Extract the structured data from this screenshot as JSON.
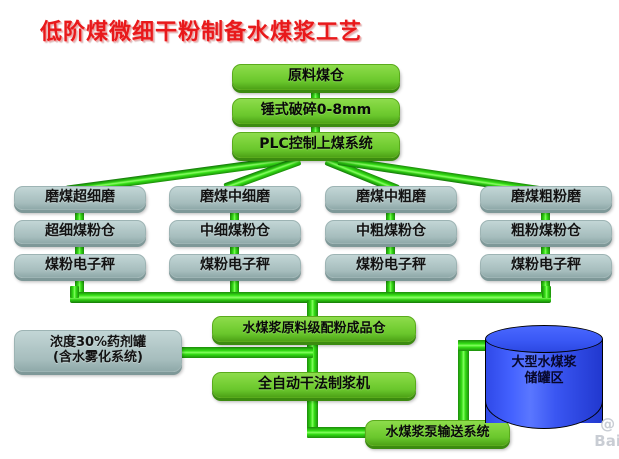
{
  "title": "低阶煤微细干粉制备水煤浆工艺",
  "colors": {
    "title_red": "#e8191b",
    "green_box": "#69c62c",
    "grey_box": "#a6bdbd",
    "pipe_green": "#2fd514",
    "tank_blue": "#3a56f2"
  },
  "flow": {
    "top": [
      {
        "label": "原料煤仓"
      },
      {
        "label": "锤式破碎0-8mm"
      },
      {
        "label": "PLC控制上煤系统"
      }
    ],
    "columns": [
      {
        "mill": "磨煤超细磨",
        "silo": "超细煤粉仓",
        "scale": "煤粉电子秤"
      },
      {
        "mill": "磨煤中细磨",
        "silo": "中细煤粉仓",
        "scale": "煤粉电子秤"
      },
      {
        "mill": "磨煤中粗磨",
        "silo": "中粗煤粉仓",
        "scale": "煤粉电子秤"
      },
      {
        "mill": "磨煤粗粉磨",
        "silo": "粗粉煤粉仓",
        "scale": "煤粉电子秤"
      }
    ],
    "blend_silo": "水煤浆原料级配粉成品仓",
    "reagent_tank": "浓度30%药剂罐\n(含水雾化系统)",
    "reagent_tank_line1": "浓度30%药剂罐",
    "reagent_tank_line2": "(含水雾化系统)",
    "slurry_machine": "全自动干法制浆机",
    "pump_system": "水煤浆泵输送系统",
    "storage_tank_line1": "大型水煤浆",
    "storage_tank_line2": "储罐区"
  },
  "watermark": {
    "at": "@",
    "text": "Bai"
  }
}
